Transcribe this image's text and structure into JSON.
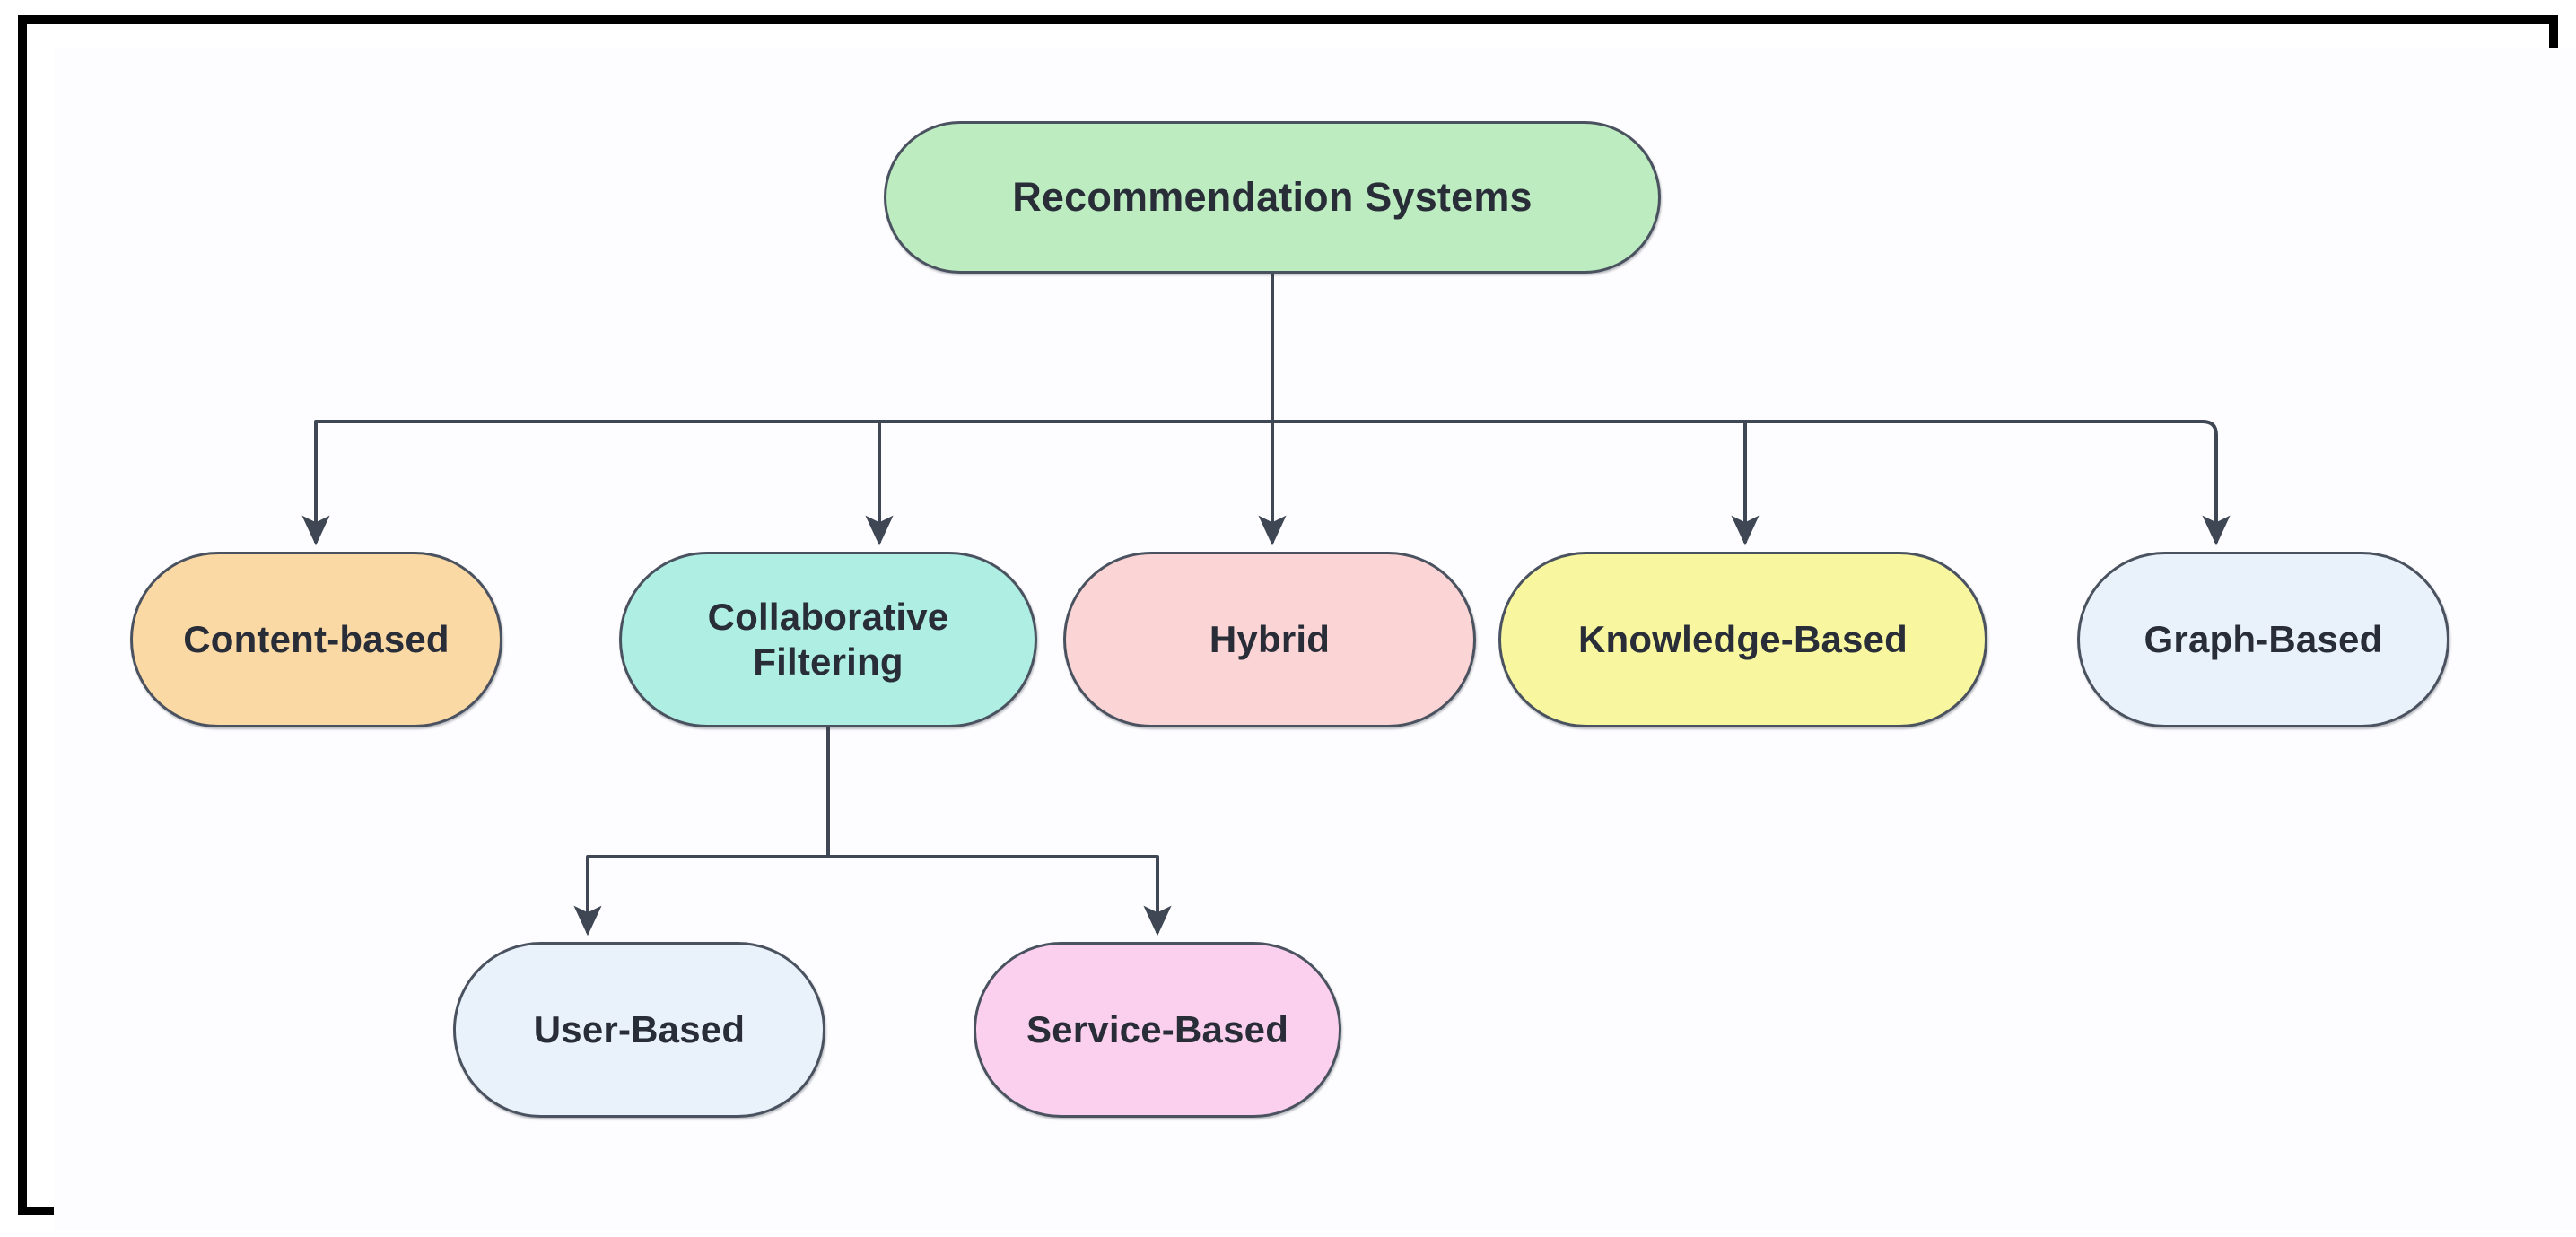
{
  "diagram": {
    "type": "tree-flowchart",
    "orientation": "top-down",
    "title": "Recommendation Systems taxonomy",
    "frame_color": "#000000",
    "background_color": "#ffffff",
    "edge_color": "#3f4754",
    "node_border_color": "#4a5260",
    "node_text_color": "#282d38",
    "nodes": [
      {
        "id": "root",
        "label": "Recommendation Systems",
        "level": 0,
        "fill": "#bdecc1",
        "shape": "stadium"
      },
      {
        "id": "content-based",
        "label": "Content-based",
        "level": 1,
        "fill": "#fbd9a5",
        "shape": "stadium"
      },
      {
        "id": "collaborative-filtering",
        "label": "Collaborative\nFiltering",
        "level": 1,
        "fill": "#aeeee3",
        "shape": "stadium"
      },
      {
        "id": "hybrid",
        "label": "Hybrid",
        "level": 1,
        "fill": "#fbd5d5",
        "shape": "stadium"
      },
      {
        "id": "knowledge-based",
        "label": "Knowledge-Based",
        "level": 1,
        "fill": "#f8f69f",
        "shape": "stadium"
      },
      {
        "id": "graph-based",
        "label": "Graph-Based",
        "level": 1,
        "fill": "#e9f1fb",
        "shape": "stadium"
      },
      {
        "id": "user-based",
        "label": "User-Based",
        "level": 2,
        "fill": "#e9f1fb",
        "shape": "stadium"
      },
      {
        "id": "service-based",
        "label": "Service-Based",
        "level": 2,
        "fill": "#fbd0ee",
        "shape": "stadium"
      }
    ],
    "edges": [
      {
        "from": "root",
        "to": "content-based",
        "arrow": "to"
      },
      {
        "from": "root",
        "to": "collaborative-filtering",
        "arrow": "to"
      },
      {
        "from": "root",
        "to": "hybrid",
        "arrow": "to"
      },
      {
        "from": "root",
        "to": "knowledge-based",
        "arrow": "to"
      },
      {
        "from": "root",
        "to": "graph-based",
        "arrow": "to"
      },
      {
        "from": "collaborative-filtering",
        "to": "user-based",
        "arrow": "to"
      },
      {
        "from": "collaborative-filtering",
        "to": "service-based",
        "arrow": "to"
      }
    ]
  }
}
